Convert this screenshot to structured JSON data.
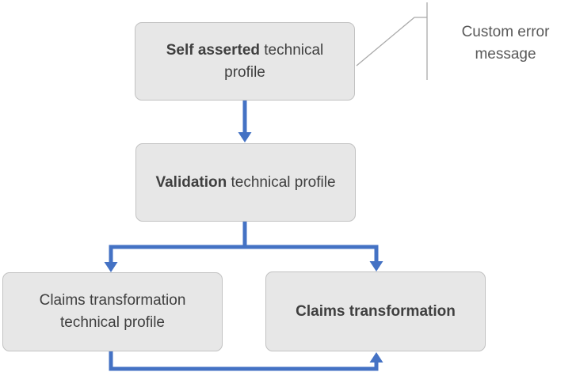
{
  "diagram": {
    "nodes": {
      "self_asserted": {
        "bold": "Self asserted",
        "rest": " technical profile"
      },
      "validation": {
        "bold": "Validation",
        "rest": " technical profile"
      },
      "claims_transformation_tp": {
        "bold": "",
        "rest": "Claims transformation technical profile"
      },
      "claims_transformation": {
        "bold": "Claims transformation",
        "rest": ""
      }
    },
    "callout": {
      "label": "Custom error message"
    },
    "colors": {
      "connector_blue": "#4472c4",
      "box_fill": "#e7e7e7",
      "box_border": "#c2c2c2",
      "box_text": "#3f3f3f",
      "callout_text": "#595959",
      "callout_line": "#a6a6a6",
      "background": "#ffffff"
    }
  }
}
